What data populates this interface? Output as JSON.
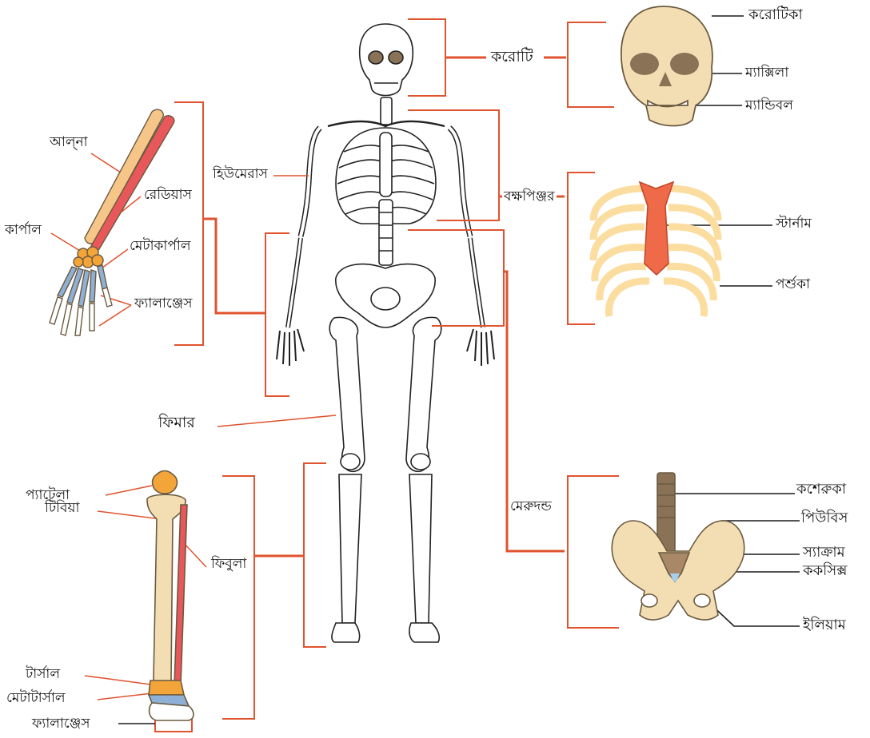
{
  "colors": {
    "bracket": "#e0532f",
    "leader": "#1a1a1a",
    "bone_fill": "#f3deb4",
    "bone_stroke": "#6b5a40",
    "rib_fill": "#fbdda0",
    "sternum": "#ef6a48",
    "radius_fibula": "#e8575a",
    "carpal_tarsal": "#f4a53a",
    "phalanx_blue": "#8fb0d6",
    "skull_socket": "#8a7256",
    "sacrum": "#a88866",
    "coccyx": "#a6d0ea"
  },
  "labels": {
    "skull": "করোটি",
    "cranium": "করোটিকা",
    "maxilla": "ম্যাক্সিলা",
    "mandible": "ম্যান্ডিবল",
    "thorax": "বক্ষপিঞ্জর",
    "sternum": "স্টার্নাম",
    "ribs": "পর্শুকা",
    "humerus": "হিউমেরাস",
    "ulna": "আল্‌না",
    "radius": "রেডিয়াস",
    "carpal": "কার্পাল",
    "metacarpal": "মেটাকার্পাল",
    "phalanges_hand": "ফ্যালাঞ্জেস",
    "femur": "ফিমার",
    "vertebral_column": "মেরুদন্ড",
    "vertebra": "কশেরুকা",
    "pubis": "পিউবিস",
    "sacrum": "স্যাক্রাম",
    "coccyx": "ককসিক্স",
    "ilium": "ইলিয়াম",
    "patella": "প্যাটেলা",
    "tibia": "টিবিয়া",
    "fibula": "ফিবুলা",
    "tarsal": "টার্সাল",
    "metatarsal": "মেটাটার্সাল",
    "phalanges_foot": "ফ্যালাঞ্জেস"
  }
}
